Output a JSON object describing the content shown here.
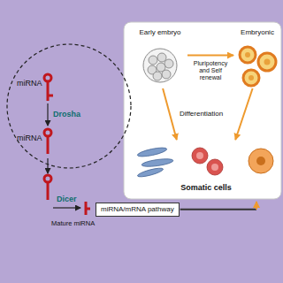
{
  "diagram": {
    "nodes": [
      {
        "text": [
          "miRNA/mRNA pathway"
        ]
      },
      {
        "text": [
          "Early embryo"
        ]
      },
      {
        "text": [
          "Embryonic"
        ]
      },
      {
        "text": [
          "Somatic cells"
        ]
      }
    ],
    "edges": [
      {
        "from": 1,
        "to": 2,
        "arrow": "to",
        "label": "Pluripotency and Self renewal"
      },
      {
        "from": 1,
        "to": 3,
        "arrow": "to"
      },
      {
        "from": 2,
        "to": 3,
        "arrow": "to"
      }
    ],
    "labels": [
      "miRNA",
      "Drosha",
      "miRNA",
      "Dicer",
      "Mature miRNA",
      "Differentiation"
    ]
  }
}
